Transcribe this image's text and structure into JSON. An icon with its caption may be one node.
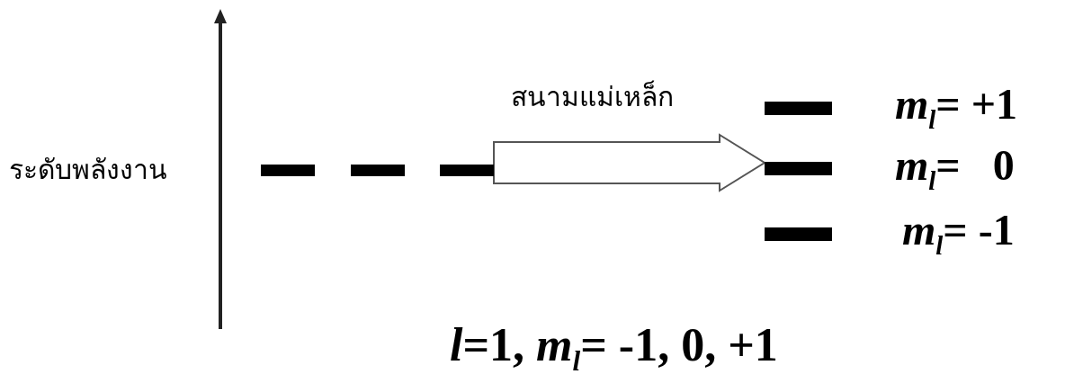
{
  "diagram": {
    "nodes": [
      {
        "text": [],
        "shape": "bar"
      },
      {
        "text": [],
        "shape": "bar"
      },
      {
        "text": [],
        "shape": "bar"
      },
      {
        "text": [],
        "shape": "bar",
        "beside": [
          "*m*$_{l}$= +1"
        ]
      },
      {
        "text": [],
        "shape": "bar",
        "beside": [
          "*m*$_{l}$=   0"
        ]
      },
      {
        "text": [],
        "shape": "bar",
        "beside": [
          "*m*$_{l}$= -1"
        ]
      }
    ],
    "edges": [
      {
        "from": 2,
        "to": 4,
        "arrow": "to",
        "label": "สนามแม่เหล็ก"
      }
    ],
    "labels": [
      "ระดับพลังงาน",
      "*l*=1, *m*$_{l}$= -1, 0, +1"
    ]
  }
}
